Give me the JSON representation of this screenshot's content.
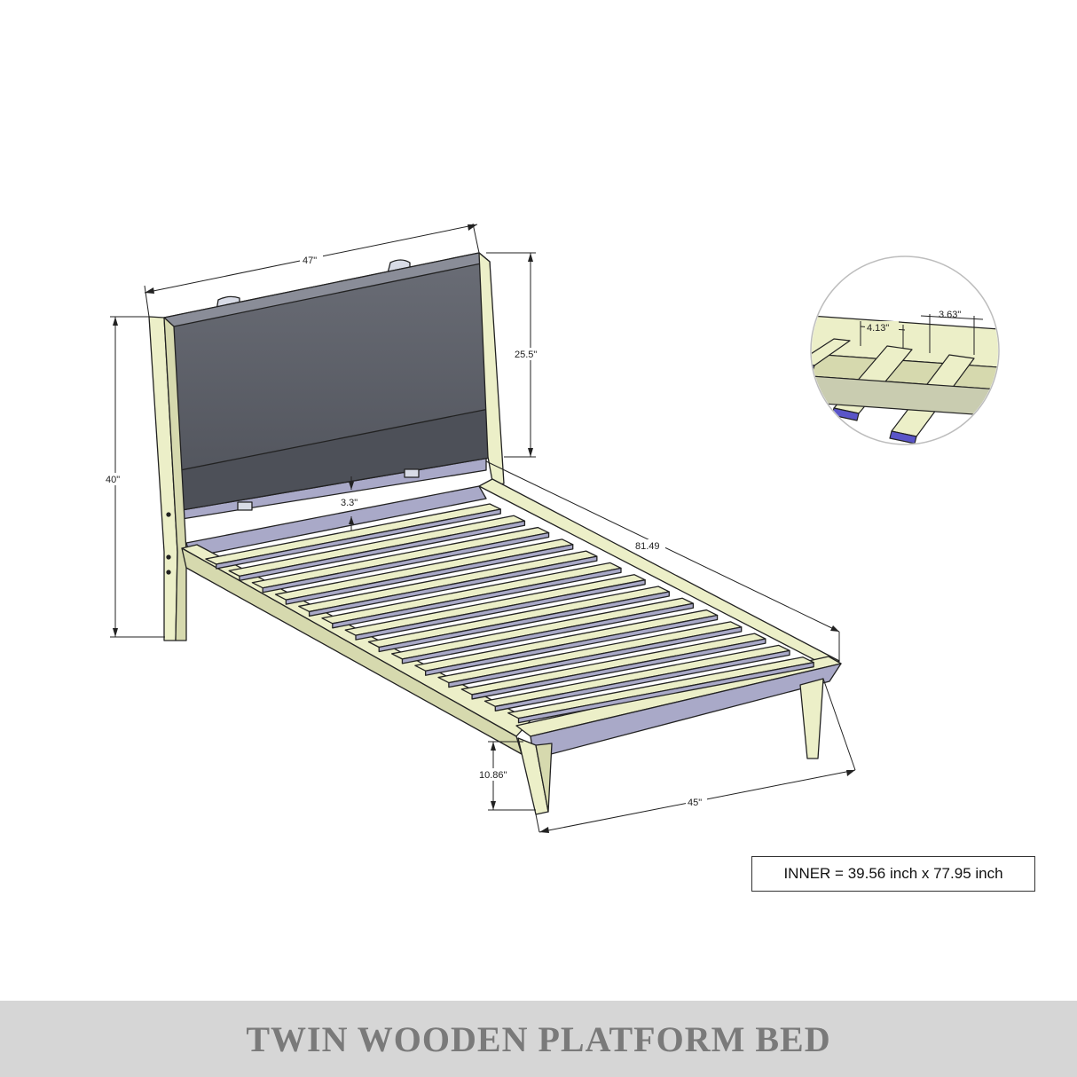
{
  "dimensions": {
    "width_top": "47\"",
    "headboard_panel_height": "25.5\"",
    "total_height": "40\"",
    "panel_gap": "3.3\"",
    "length": "81.49",
    "leg_height": "10.86\"",
    "width_bottom": "45\""
  },
  "slat_detail": {
    "slat_width": "4.13\"",
    "slat_gap": "3.63\""
  },
  "inner_note": "INNER = 39.56 inch x 77.95 inch",
  "title": "TWIN WOODEN PLATFORM BED",
  "colors": {
    "wood": "#ecefc8",
    "wood_shade": "#d6d9ae",
    "panel": "#5b5e66",
    "panel_dark": "#4d5058",
    "frame_blue": "#a9a9c8",
    "slat_edge": "#5a55c8",
    "line": "#222222",
    "title_band": "#d6d6d6",
    "title_text": "#7a7a7a"
  }
}
